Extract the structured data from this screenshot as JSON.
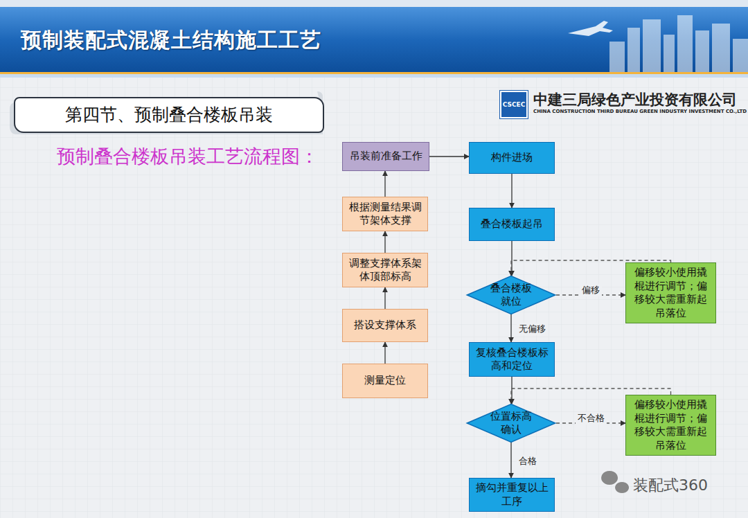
{
  "diagram": {
    "title": "预制装配式混凝土结构施工工艺",
    "nodes": [
      {
        "text": [
          "第四节、预制叠合楼板吊装"
        ]
      },
      {
        "text": [
          "吊装前准备工作"
        ]
      },
      {
        "text": [
          "构件进场"
        ]
      },
      {
        "text": [
          "叠合楼板起吊"
        ]
      },
      {
        "text": [
          "叠合楼板就位"
        ]
      },
      {
        "text": [
          "偏移较小使用撬棍进行调节；偏移较大需重新起吊落位"
        ]
      },
      {
        "text": [
          "复核叠合楼板标高和定位"
        ]
      },
      {
        "text": [
          "位置标高确认"
        ]
      },
      {
        "text": [
          "偏移较小使用撬棍进行调节；偏移较大需重新起吊落位"
        ]
      },
      {
        "text": [
          "摘勾并重复以上工序"
        ]
      },
      {
        "text": [
          "根据测量结果调节架体支撑"
        ]
      },
      {
        "text": [
          "调整支撑体系架体顶部标高"
        ]
      },
      {
        "text": [
          "搭设支撑体系"
        ]
      },
      {
        "text": [
          "测量定位"
        ]
      }
    ],
    "edges": [
      {
        "from": 1,
        "to": 2,
        "arrow": "to"
      },
      {
        "from": 2,
        "to": 3,
        "arrow": "to"
      },
      {
        "from": 3,
        "to": 4,
        "arrow": "to"
      },
      {
        "from": 4,
        "to": 5,
        "label": "偏移",
        "arrow": "to"
      },
      {
        "from": 5,
        "to": 4,
        "arrow": "to"
      },
      {
        "from": 4,
        "to": 6,
        "label": "无偏移",
        "arrow": "to"
      },
      {
        "from": 6,
        "to": 7,
        "arrow": "to"
      },
      {
        "from": 7,
        "to": 8,
        "label": "不合格",
        "arrow": "to"
      },
      {
        "from": 8,
        "to": 7,
        "arrow": "to"
      },
      {
        "from": 7,
        "to": 9,
        "label": "合格",
        "arrow": "to"
      },
      {
        "from": 13,
        "to": 12,
        "arrow": "to"
      },
      {
        "from": 12,
        "to": 11,
        "arrow": "to"
      },
      {
        "from": 11,
        "to": 10,
        "arrow": "to"
      },
      {
        "from": 10,
        "to": 1,
        "arrow": "to"
      }
    ],
    "labels": [
      "CSCEC",
      "中建三局绿色产业投资有限公司",
      "CHINA CONSTRUCTION THIRD BUREAU GREEN INDUSTRY INVESTMENT CO.,LTD",
      "预制叠合楼板吊装工艺流程图：",
      "装配式360"
    ]
  }
}
